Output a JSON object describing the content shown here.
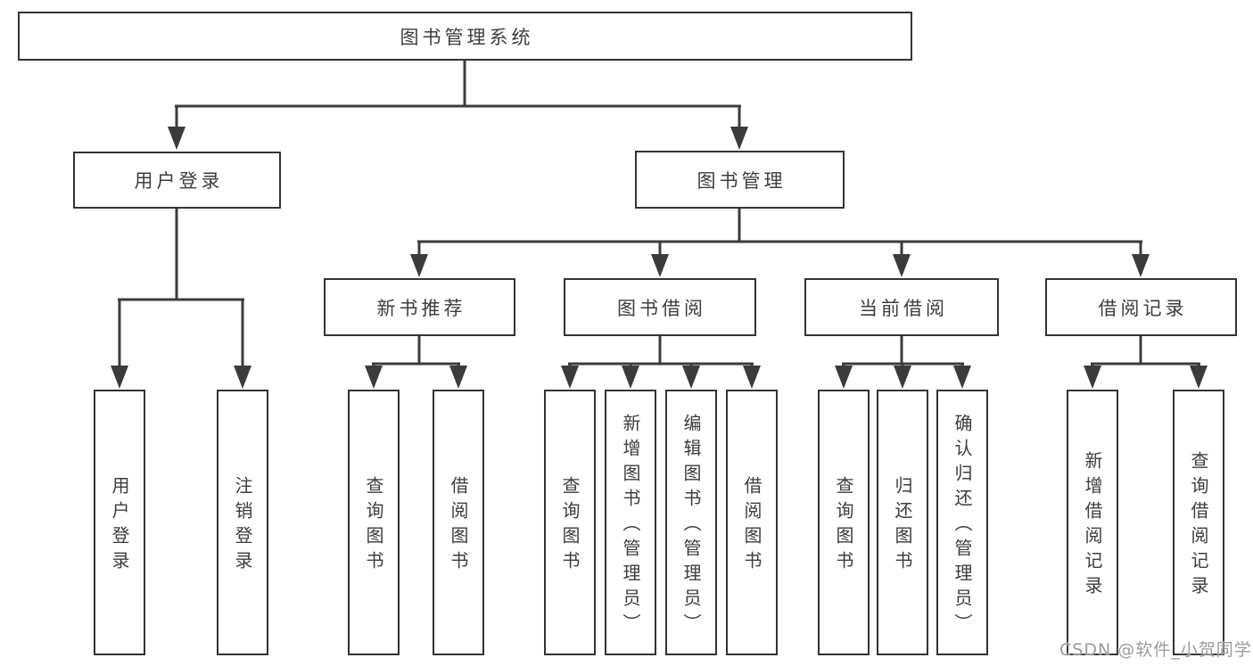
{
  "diagram": {
    "type": "hierarchy-tree",
    "orientation": "top-down"
  },
  "colors": {
    "background": "#ffffff",
    "line": "#3b3b3b",
    "box_border": "#333333",
    "text": "#3d3d3d",
    "watermark": "#9b9b9b"
  },
  "nodes": {
    "root": {
      "label": "图书管理系统"
    },
    "level2": [
      {
        "label": "用户登录"
      },
      {
        "label": "图书管理"
      }
    ],
    "level3": [
      {
        "label": "新书推荐",
        "parent": "图书管理"
      },
      {
        "label": "图书借阅",
        "parent": "图书管理"
      },
      {
        "label": "当前借阅",
        "parent": "图书管理"
      },
      {
        "label": "借阅记录",
        "parent": "图书管理"
      }
    ],
    "leaves": [
      {
        "label": "用户登录",
        "parent": "用户登录"
      },
      {
        "label": "注销登录",
        "parent": "用户登录"
      },
      {
        "label": "查询图书",
        "parent": "新书推荐"
      },
      {
        "label": "借阅图书",
        "parent": "新书推荐"
      },
      {
        "label": "查询图书",
        "parent": "图书借阅"
      },
      {
        "label": "新增图书（管理员）",
        "parent": "图书借阅"
      },
      {
        "label": "编辑图书（管理员）",
        "parent": "图书借阅"
      },
      {
        "label": "借阅图书",
        "parent": "图书借阅"
      },
      {
        "label": "查询图书",
        "parent": "当前借阅"
      },
      {
        "label": "归还图书",
        "parent": "当前借阅"
      },
      {
        "label": "确认归还（管理员）",
        "parent": "当前借阅"
      },
      {
        "label": "新增借阅记录",
        "parent": "借阅记录"
      },
      {
        "label": "查询借阅记录",
        "parent": "借阅记录"
      }
    ]
  },
  "watermark": {
    "text": "CSDN @软件_小贺同学"
  }
}
